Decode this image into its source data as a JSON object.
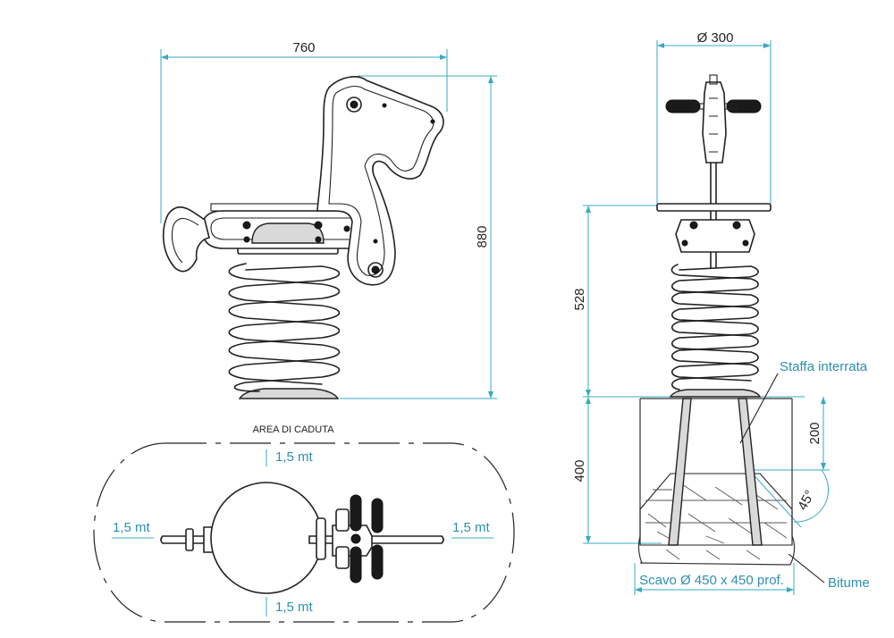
{
  "dimensions": {
    "width_760": "760",
    "height_880": "880",
    "diameter_300": "Ø 300",
    "height_528": "528",
    "depth_400": "400",
    "depth_200": "200",
    "angle_45": "45°"
  },
  "labels": {
    "staffa": "Staffa interrata",
    "bitume": "Bitume",
    "scavo": "Scavo Ø 450 x 450 prof.",
    "area_caduta": "AREA DI CADUTA",
    "mt_top": "1,5 mt",
    "mt_left": "1,5 mt",
    "mt_right": "1,5 mt",
    "mt_bottom": "1,5 mt"
  },
  "colors": {
    "dimension_line": "#3aa8c4",
    "drawing_ink": "#222222",
    "part_fill": "#d9d9d9"
  }
}
